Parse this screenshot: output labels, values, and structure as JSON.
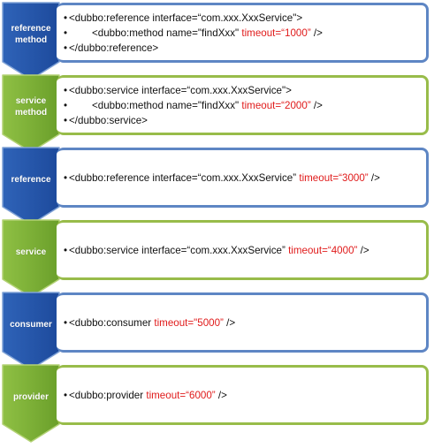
{
  "colors": {
    "blue_fill_top": "#2f63b8",
    "blue_fill_bottom": "#1d4a9c",
    "blue_border": "#5e86c4",
    "green_fill_top": "#8fc044",
    "green_fill_bottom": "#6a9f2a",
    "green_border": "#98bc4a",
    "timeout_text": "#e01b1b"
  },
  "rows": [
    {
      "label": "reference\nmethod",
      "color": "blue",
      "lines": [
        {
          "bullet": "•",
          "indent": false,
          "text": "<dubbo:reference interface=“com.xxx.XxxService\">",
          "timeout": "",
          "suffix": ""
        },
        {
          "bullet": "•",
          "indent": true,
          "text": "<dubbo:method name=\"findXxx\" ",
          "timeout": "timeout=“1000”",
          "suffix": " />"
        },
        {
          "bullet": "•",
          "indent": false,
          "text": "</dubbo:reference>",
          "timeout": "",
          "suffix": ""
        }
      ]
    },
    {
      "label": "service\nmethod",
      "color": "green",
      "lines": [
        {
          "bullet": "•",
          "indent": false,
          "text": "<dubbo:service interface=“com.xxx.XxxService\">",
          "timeout": "",
          "suffix": ""
        },
        {
          "bullet": "•",
          "indent": true,
          "text": "<dubbo:method name=\"findXxx\" ",
          "timeout": "timeout=“2000”",
          "suffix": " />"
        },
        {
          "bullet": "•",
          "indent": false,
          "text": "</dubbo:service>",
          "timeout": "",
          "suffix": ""
        }
      ]
    },
    {
      "label": "reference",
      "color": "blue",
      "lines": [
        {
          "bullet": "•",
          "indent": false,
          "text": "<dubbo:reference interface=“com.xxx.XxxService” ",
          "timeout": "timeout=“3000”",
          "suffix": " />"
        }
      ]
    },
    {
      "label": "service",
      "color": "green",
      "lines": [
        {
          "bullet": "•",
          "indent": false,
          "text": "<dubbo:service interface=“com.xxx.XxxService” ",
          "timeout": "timeout=“4000”",
          "suffix": " />"
        }
      ]
    },
    {
      "label": "consumer",
      "color": "blue",
      "lines": [
        {
          "bullet": "•",
          "indent": false,
          "text": "<dubbo:consumer ",
          "timeout": "timeout=\"5000”",
          "suffix": " />"
        }
      ]
    },
    {
      "label": "provider",
      "color": "green",
      "lines": [
        {
          "bullet": "•",
          "indent": false,
          "text": "<dubbo:provider ",
          "timeout": "timeout=“6000”",
          "suffix": " />"
        }
      ]
    }
  ]
}
